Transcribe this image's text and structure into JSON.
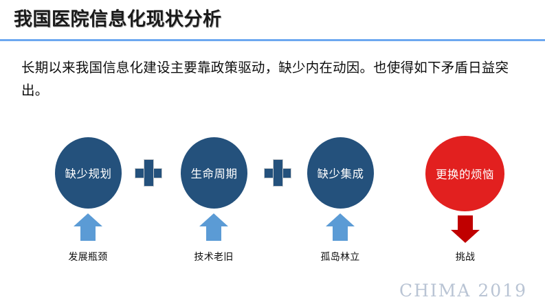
{
  "slide": {
    "title": "我国医院信息化现状分析",
    "body_text": "长期以来我国信息化建设主要靠政策驱动，缺少内在动因。也使得如下矛盾日益突出。",
    "footer_brand": "CHIMA 2019"
  },
  "colors": {
    "rule": "#6ca8f0",
    "bubble_blue": "#24517c",
    "bubble_red": "#e2201f",
    "arrow_blue": "#5b9bd5",
    "arrow_red": "#c00000",
    "footer_text": "#b9c4d4",
    "title_text": "#1a1a1a"
  },
  "diagram": {
    "operators": [
      "+",
      "+"
    ],
    "nodes": [
      {
        "id": "node-1",
        "bubble_label": "缺少规划",
        "bubble_color": "blue",
        "arrow": "up",
        "arrow_color": "#5b9bd5",
        "caption": "发展瓶颈"
      },
      {
        "id": "node-2",
        "bubble_label": "生命周期",
        "bubble_color": "blue",
        "arrow": "up",
        "arrow_color": "#5b9bd5",
        "caption": "技术老旧"
      },
      {
        "id": "node-3",
        "bubble_label": "缺少集成",
        "bubble_color": "blue",
        "arrow": "up",
        "arrow_color": "#5b9bd5",
        "caption": "孤岛林立"
      },
      {
        "id": "node-4",
        "bubble_label": "更换的烦恼",
        "bubble_color": "red",
        "arrow": "down",
        "arrow_color": "#c00000",
        "caption": "挑战"
      }
    ]
  }
}
